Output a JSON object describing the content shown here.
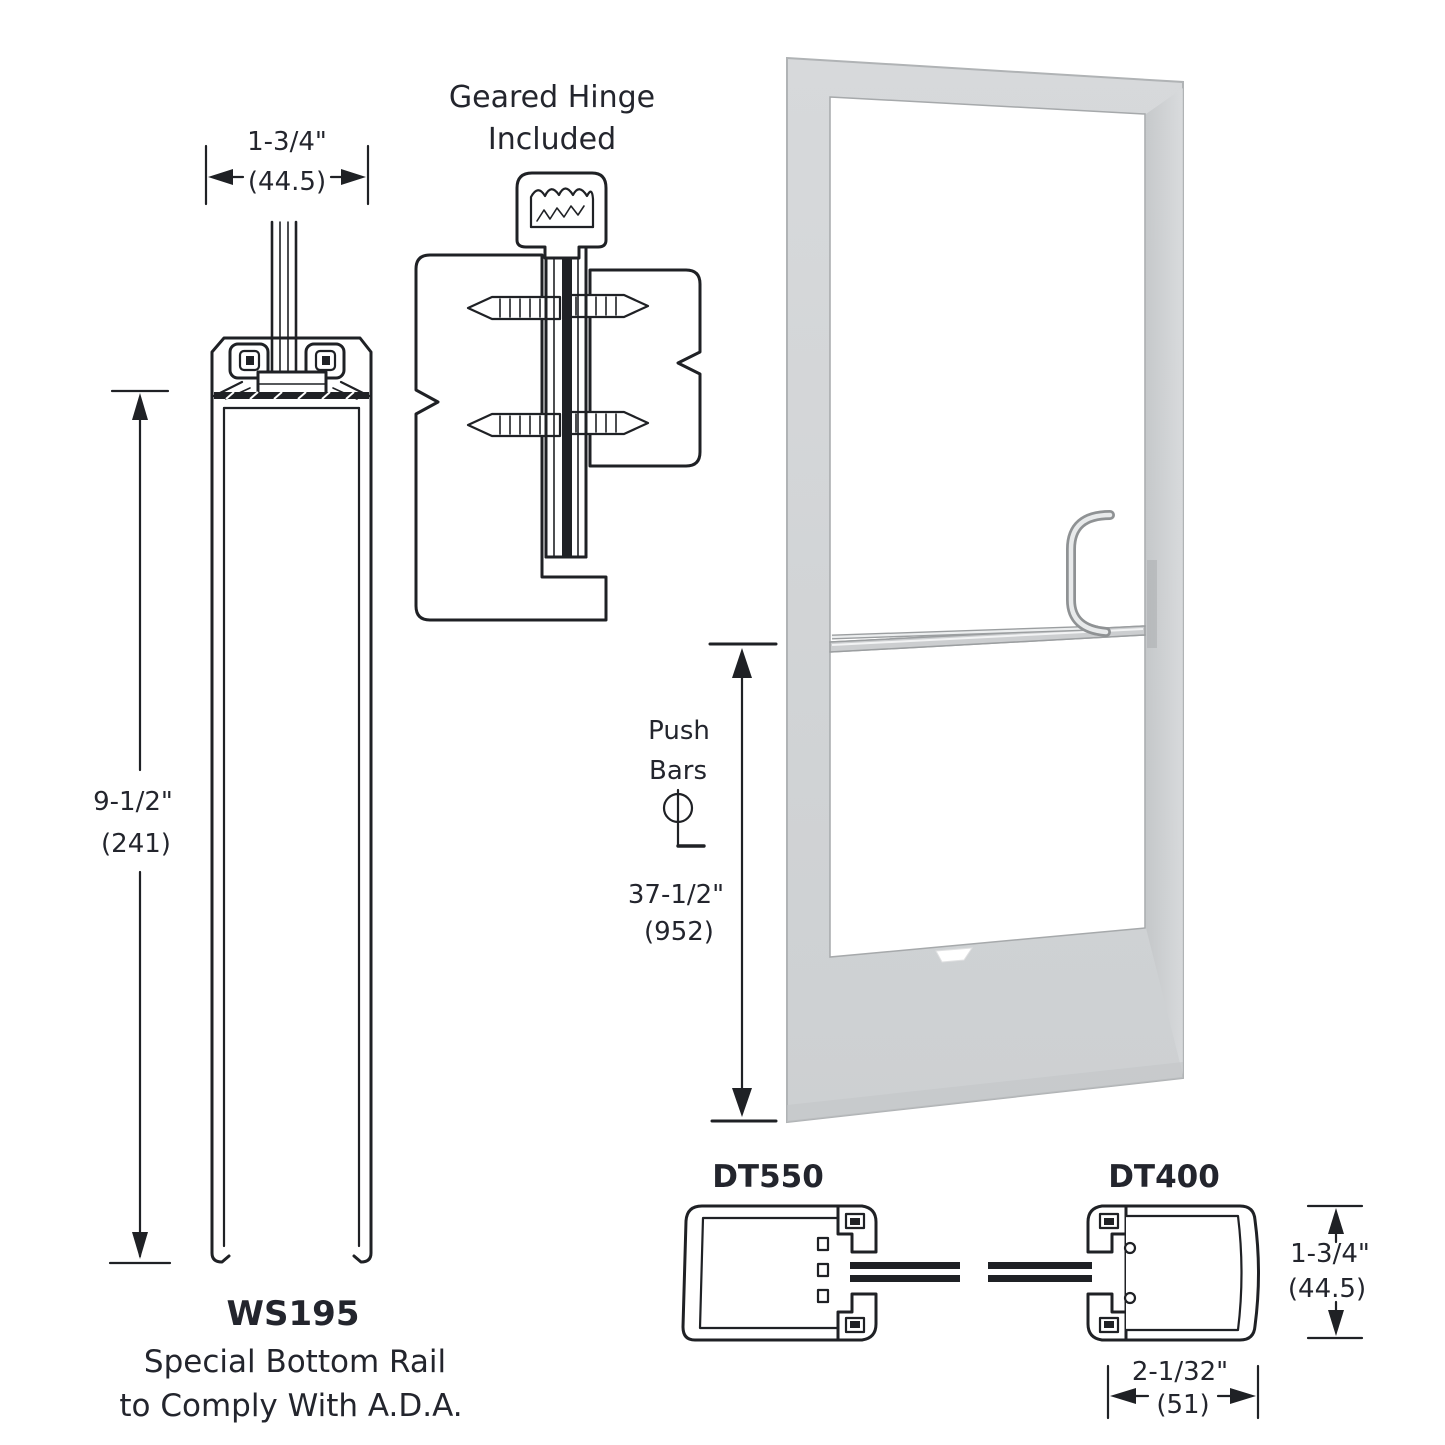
{
  "left_section": {
    "width_dim_line1": "1-3/4\"",
    "width_dim_line2": "(44.5)",
    "height_dim_line1": "9-1/2\"",
    "height_dim_line2": "(241)",
    "label": "WS195",
    "caption_line1": "Special Bottom Rail",
    "caption_line2": "to Comply With A.D.A."
  },
  "hinge_section": {
    "title_line1": "Geared Hinge",
    "title_line2": "Included"
  },
  "door_section": {
    "pushbar_line1": "Push",
    "pushbar_line2": "Bars",
    "centerline_icon": "CL",
    "height_dim_line1": "37-1/2\"",
    "height_dim_line2": "(952)"
  },
  "profiles_section": {
    "dt550_label": "DT550",
    "dt400_label": "DT400",
    "thickness_dim_line1": "1-3/4\"",
    "thickness_dim_line2": "(44.5)",
    "width_dim_line1": "2-1/32\"",
    "width_dim_line2": "(51)"
  },
  "colors": {
    "line": "#1f2125",
    "door_fill": "#d3d5d7",
    "door_edge": "#b0b3b5",
    "glass": "#ffffff"
  }
}
